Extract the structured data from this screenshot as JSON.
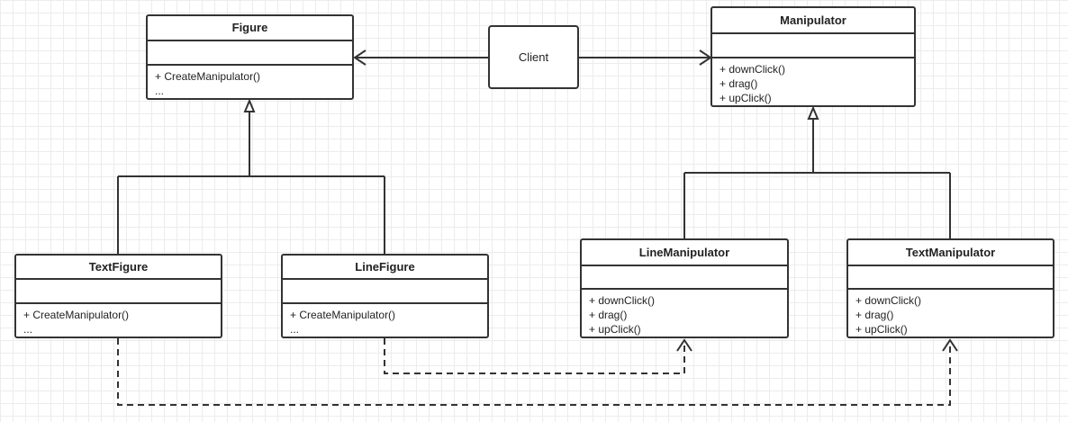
{
  "classes": {
    "figure": {
      "name": "Figure",
      "ops": [
        "+ CreateManipulator()",
        "..."
      ]
    },
    "manipulator": {
      "name": "Manipulator",
      "ops": [
        "+ downClick()",
        "+ drag()",
        "+ upClick()"
      ]
    },
    "text_figure": {
      "name": "TextFigure",
      "ops": [
        "+ CreateManipulator()",
        "..."
      ]
    },
    "line_figure": {
      "name": "LineFigure",
      "ops": [
        "+ CreateManipulator()",
        "..."
      ]
    },
    "line_manipulator": {
      "name": "LineManipulator",
      "ops": [
        "+ downClick()",
        "+ drag()",
        "+ upClick()"
      ]
    },
    "text_manipulator": {
      "name": "TextManipulator",
      "ops": [
        "+ downClick()",
        "+ drag()",
        "+ upClick()"
      ]
    }
  },
  "client": {
    "label": "Client"
  }
}
